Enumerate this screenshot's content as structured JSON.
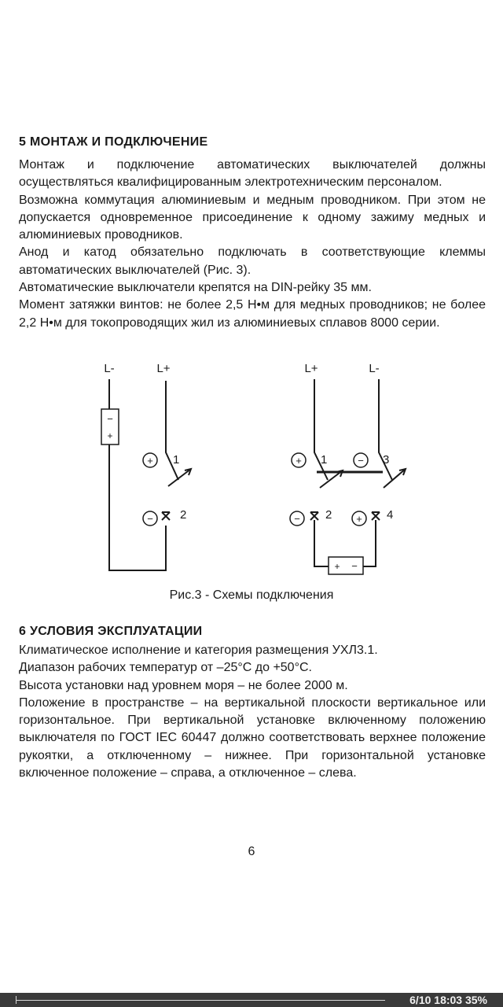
{
  "section5": {
    "heading": "5 МОНТАЖ И ПОДКЛЮЧЕНИЕ",
    "paragraphs": [
      "Монтаж и подключение автоматических выключателей должны осуществляться квалифицированным электротехническим персоналом.",
      "Возможна коммутация алюминиевым и медным проводником. При этом не допускается одновременное присоединение к одному зажиму медных и алюминиевых проводников.",
      "Анод и катод обязательно подключать в соответствующие клеммы автоматических выключателей (Рис. 3).",
      "Автоматические выключатели крепятся на DIN-рейку 35 мм.",
      "Момент затяжки винтов: не более 2,5 Н•м для медных проводников; не более 2,2 Н•м для токопроводящих жил из алюминиевых сплавов 8000 серии."
    ]
  },
  "figure": {
    "left": {
      "label_minus": "L-",
      "label_plus": "L+",
      "source_minus": "−",
      "source_plus": "+",
      "plus_sign": "+",
      "minus_sign": "−",
      "terminal_1": "1",
      "terminal_2": "2"
    },
    "right": {
      "label_plus": "L+",
      "label_minus": "L-",
      "plus_sign_1": "+",
      "minus_sign_3": "−",
      "minus_sign_2": "−",
      "plus_sign_4": "+",
      "terminal_1": "1",
      "terminal_2": "2",
      "terminal_3": "3",
      "terminal_4": "4",
      "load_plus": "+",
      "load_minus": "−"
    },
    "caption": "Рис.3 - Схемы подключения"
  },
  "section6": {
    "heading": "6 УСЛОВИЯ ЭКСПЛУАТАЦИИ",
    "paragraphs": [
      "Климатическое исполнение и категория размещения УХЛ3.1.",
      "Диапазон рабочих температур от –25°С до +50°С.",
      "Высота установки над уровнем моря – не более 2000 м.",
      "Положение в пространстве – на вертикальной плоскости вертикальное или горизонтальное. При вертикальной установке включенному положению выключателя по ГОСТ IEC 60447 должно соответствовать верхнее положение рукоятки, а отключенному – нижнее. При горизонтальной установке включенное положение – справа, а отключенное – слева."
    ]
  },
  "page_number": "6",
  "status_bar": {
    "text": "6/10  18:03  35%",
    "background": "#3a3a3a"
  }
}
